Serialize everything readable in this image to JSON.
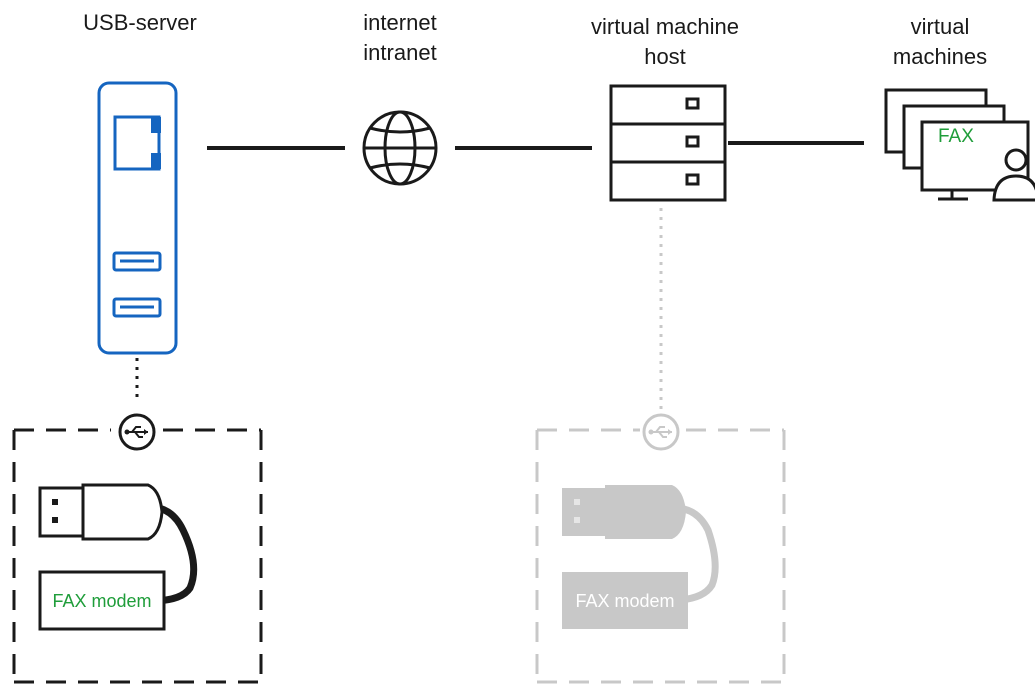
{
  "labels": {
    "usb_server": "USB-server",
    "network": [
      "internet",
      "intranet"
    ],
    "vm_host": [
      "virtual machine",
      "host"
    ],
    "virtual_machines": [
      "virtual",
      "machines"
    ]
  },
  "monitor_text": "FAX",
  "device_active_label": "FAX modem",
  "device_inactive_label": "FAX modem",
  "colors": {
    "line": "#1a1a1a",
    "usb_server_outline": "#1565c0",
    "fax_text": "#1f9d3a",
    "inactive": "#c8c8c8"
  }
}
